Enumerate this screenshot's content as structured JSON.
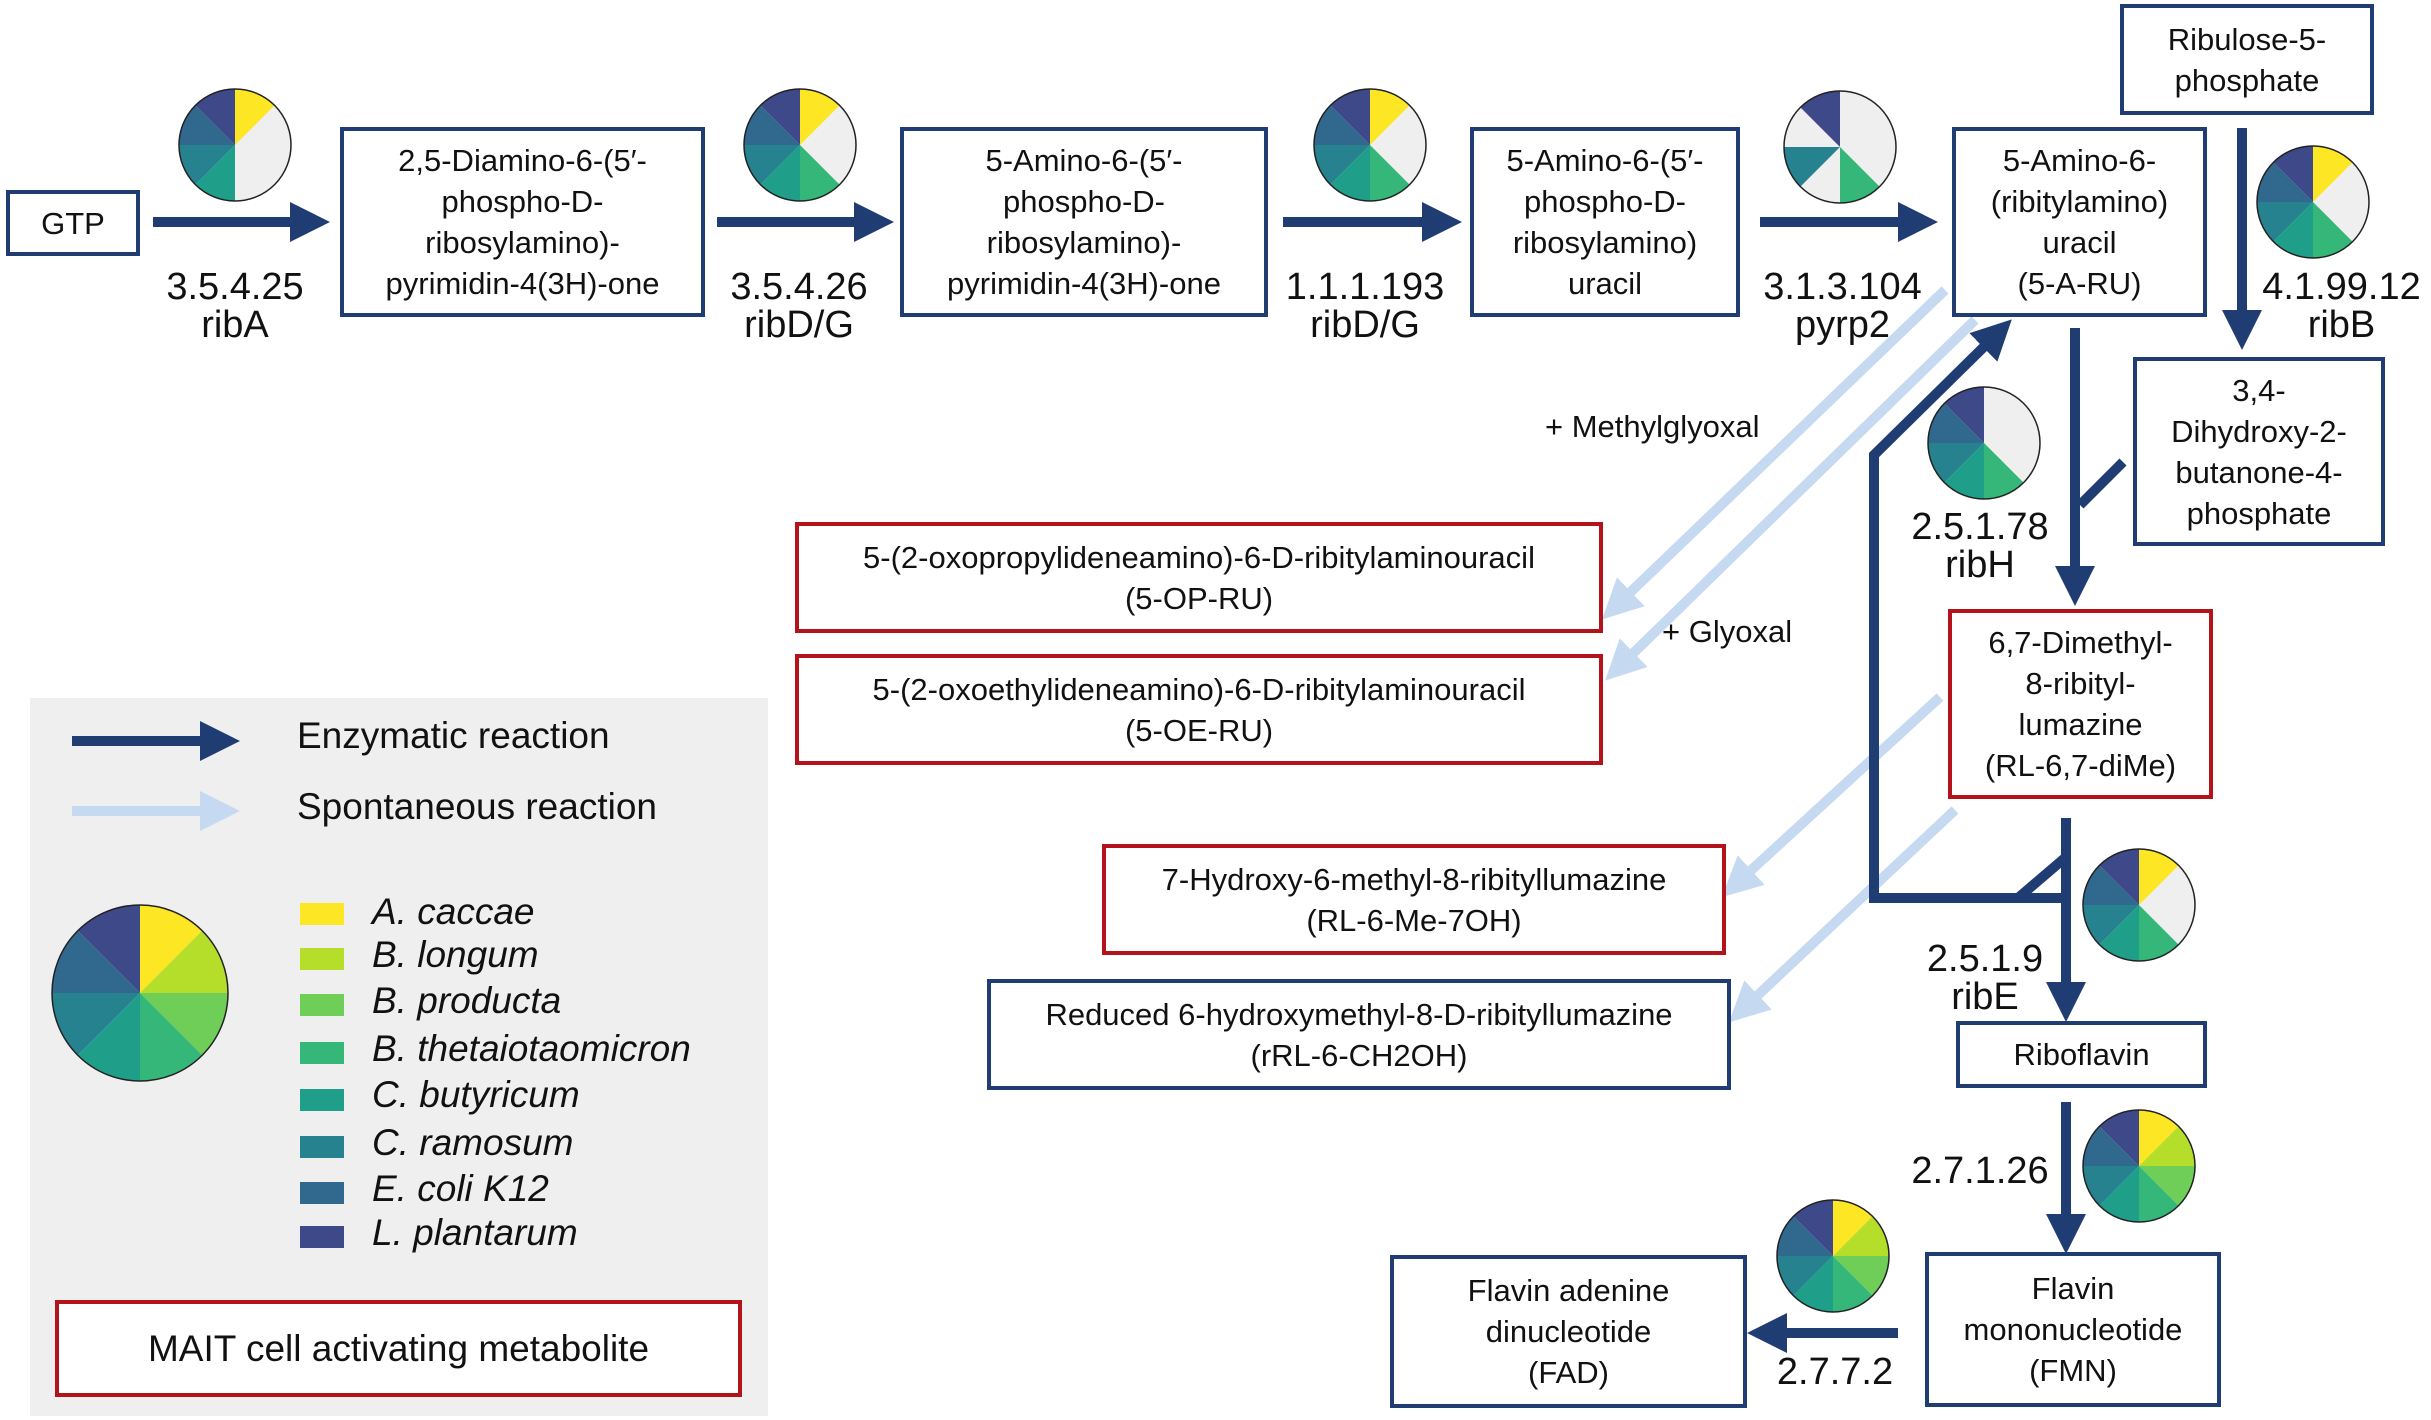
{
  "colors": {
    "enzymatic": "#1f3d73",
    "spontaneous": "#c5d9f1",
    "mait_border": "#b3141b",
    "box_border": "#1f3d73",
    "pie_background": "#efefef",
    "legend_background": "#efefef"
  },
  "species": [
    {
      "name": "A. caccae",
      "color": "#fde725"
    },
    {
      "name": "B. longum",
      "color": "#b5de2b"
    },
    {
      "name": "B. producta",
      "color": "#6ece58"
    },
    {
      "name": "B. thetaiotaomicron",
      "color": "#35b779"
    },
    {
      "name": "C. butyricum",
      "color": "#1f9e89"
    },
    {
      "name": "C. ramosum",
      "color": "#26828e"
    },
    {
      "name": "E. coli K12",
      "color": "#31688e"
    },
    {
      "name": "L. plantarum",
      "color": "#3e4989"
    }
  ],
  "nodes": {
    "gtp": [
      "GTP"
    ],
    "dap": [
      "2,5-Diamino-6-(5′-",
      "phospho-D-",
      "ribosylamino)-",
      "pyrimidin-4(3H)-one"
    ],
    "ap": [
      "5-Amino-6-(5′-",
      "phospho-D-",
      "ribosylamino)-",
      "pyrimidin-4(3H)-one"
    ],
    "apu": [
      "5-Amino-6-(5′-",
      "phospho-D-",
      "ribosylamino)",
      "uracil"
    ],
    "aru": [
      "5-Amino-6-",
      "(ribitylamino)",
      "uracil",
      "(5-A-RU)"
    ],
    "r5p": [
      "Ribulose-5-",
      "phosphate"
    ],
    "dhbp": [
      "3,4-",
      "Dihydroxy-2-",
      "butanone-4-",
      "phosphate"
    ],
    "oprù": [],
    "op_ru": [
      "5-(2-oxopropylideneamino)-6-D-ribitylaminouracil",
      "(5-OP-RU)"
    ],
    "oe_ru": [
      "5-(2-oxoethylideneamino)-6-D-ribitylaminouracil",
      "(5-OE-RU)"
    ],
    "dml": [
      "6,7-Dimethyl-",
      "8-ribityl-",
      "lumazine",
      "(RL-6,7-diMe)"
    ],
    "hml": [
      "7-Hydroxy-6-methyl-8-ribityllumazine",
      "(RL-6-Me-7OH)"
    ],
    "rhml": [
      "Reduced 6-hydroxymethyl-8-D-ribityllumazine",
      "(rRL-6-CH2OH)"
    ],
    "riboflavin": [
      "Riboflavin"
    ],
    "fmn": [
      "Flavin",
      "mononucleotide",
      "(FMN)"
    ],
    "fad": [
      "Flavin adenine",
      "dinucleotide",
      "(FAD)"
    ]
  },
  "enzymes": {
    "ribA": {
      "ec": "3.5.4.25",
      "gene": "ribA"
    },
    "ribDG1": {
      "ec": "3.5.4.26",
      "gene": "ribD/G"
    },
    "ribDG2": {
      "ec": "1.1.1.193",
      "gene": "ribD/G"
    },
    "pyrp2": {
      "ec": "3.1.3.104",
      "gene": "pyrp2"
    },
    "ribB": {
      "ec": "4.1.99.12",
      "gene": "ribB"
    },
    "ribH": {
      "ec": "2.5.1.78",
      "gene": "ribH"
    },
    "ribE": {
      "ec": "2.5.1.9",
      "gene": "ribE"
    },
    "fmn_kinase": {
      "ec": "2.7.1.26"
    },
    "fad_synth": {
      "ec": "2.7.7.2"
    }
  },
  "notes": {
    "methylglyoxal": "+ Methylglyoxal",
    "glyoxal": "+ Glyoxal"
  },
  "pies": {
    "ribA": [
      1,
      0,
      0,
      0,
      1,
      1,
      1,
      1
    ],
    "ribDG1": [
      1,
      0,
      0,
      1,
      1,
      1,
      1,
      1
    ],
    "ribDG2": [
      1,
      0,
      0,
      1,
      1,
      1,
      1,
      1
    ],
    "pyrp2": [
      0,
      0,
      0,
      1,
      0,
      1,
      0,
      1
    ],
    "ribB": [
      1,
      0,
      0,
      1,
      1,
      1,
      1,
      1
    ],
    "ribH": [
      0,
      0,
      0,
      1,
      1,
      1,
      1,
      1
    ],
    "ribE": [
      1,
      0,
      0,
      1,
      1,
      1,
      1,
      1
    ],
    "fmn_kinase": [
      1,
      1,
      1,
      1,
      1,
      1,
      1,
      1
    ],
    "fad_synth": [
      1,
      1,
      1,
      1,
      1,
      1,
      1,
      1
    ],
    "legend": [
      1,
      1,
      1,
      1,
      1,
      1,
      1,
      1
    ]
  },
  "legend": {
    "enzymatic_label": "Enzymatic reaction",
    "spontaneous_label": "Spontaneous reaction",
    "mait_label": "MAIT cell activating metabolite"
  }
}
